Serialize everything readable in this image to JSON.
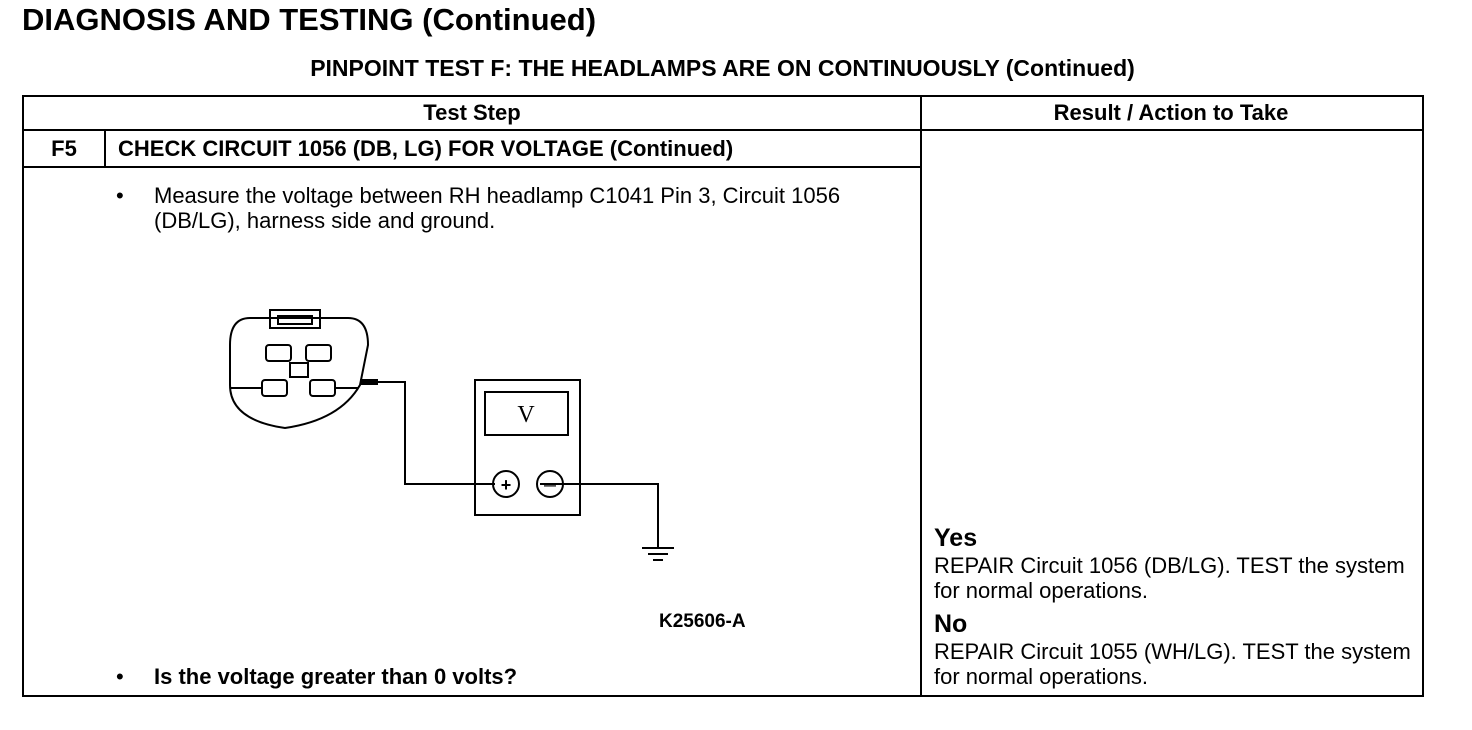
{
  "page": {
    "section_title": "DIAGNOSIS AND TESTING (Continued)",
    "test_title": "PINPOINT TEST F: THE HEADLAMPS ARE ON CONTINUOUSLY (Continued)"
  },
  "table": {
    "headers": {
      "test_step": "Test Step",
      "result_action": "Result / Action to Take"
    },
    "step": {
      "id": "F5",
      "title": "CHECK CIRCUIT 1056 (DB, LG) FOR VOLTAGE (Continued)",
      "bullet_symbol": "•",
      "instruction": "Measure the voltage between RH headlamp C1041 Pin 3, Circuit 1056 (DB/LG), harness side and ground.",
      "question": "Is the voltage greater than 0 volts?"
    },
    "figure": {
      "meter_symbol": "V",
      "plus_symbol": "+",
      "minus_symbol": "—",
      "figure_id": "K25606-A"
    },
    "results": [
      {
        "label": "Yes",
        "action": "REPAIR Circuit 1056 (DB/LG). TEST the system for normal operations."
      },
      {
        "label": "No",
        "action": "REPAIR Circuit 1055 (WH/LG). TEST the system for normal operations."
      }
    ]
  }
}
